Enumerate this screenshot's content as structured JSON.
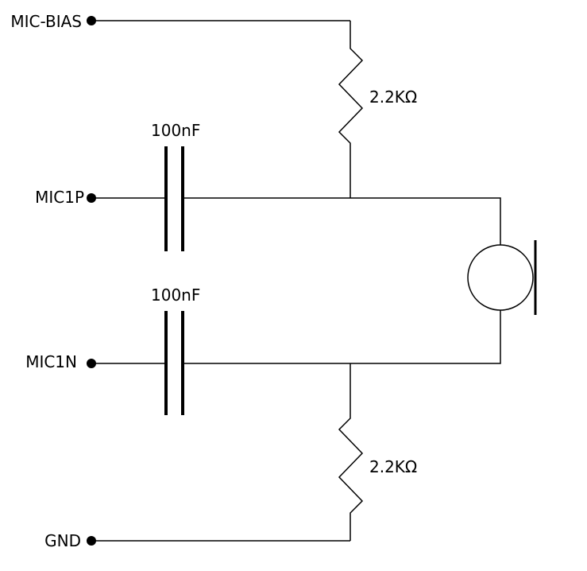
{
  "terminals": {
    "mic_bias": "MIC-BIAS",
    "mic1p": "MIC1P",
    "mic1n": "MIC1N",
    "gnd": "GND"
  },
  "components": {
    "r_top": "2.2KΩ",
    "r_bottom": "2.2KΩ",
    "c_top": "100nF",
    "c_bottom": "100nF"
  },
  "colors": {
    "line": "#000000",
    "background": "#ffffff"
  }
}
